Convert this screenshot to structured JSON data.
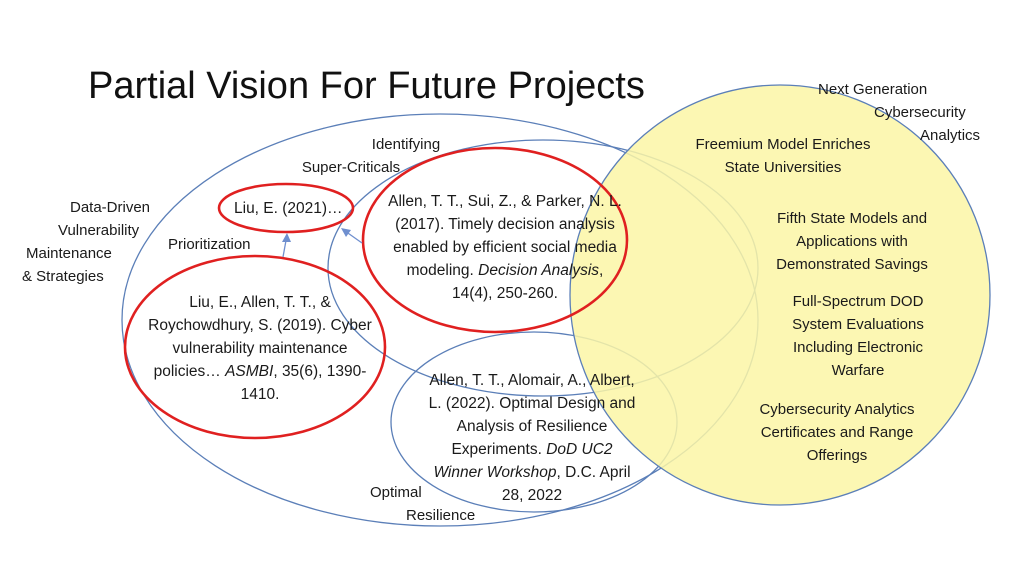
{
  "title": "Partial Vision For Future Projects",
  "colors": {
    "outline_blue": "#5b7fb8",
    "highlight_red": "#e02020",
    "future_yellow": "#fbf6a6",
    "arrow_blue": "#6f8fcf",
    "text": "#1a1a1a"
  },
  "labels": {
    "data_driven": [
      "Data-Driven",
      "Vulnerability",
      "Maintenance",
      "& Strategies"
    ],
    "identifying": [
      "Identifying",
      "Super-Criticals"
    ],
    "prioritization": "Prioritization",
    "optimal_resilience": [
      "Optimal",
      "Resilience"
    ],
    "next_generation": [
      "Next Generation",
      "Cybersecurity",
      "Analytics"
    ]
  },
  "citations": {
    "liu_2021": "Liu, E. (2021)…",
    "allen_2017": {
      "line1": "Allen, T. T., Sui, Z., & Parker, N. L.",
      "line2": "(2017).  Timely decision analysis",
      "line3": "enabled by efficient social media",
      "line4_pre": "modeling. ",
      "journal": "Decision Analysis",
      "line4_post": ",",
      "line5": "14(4), 250-260."
    },
    "liu_2019": {
      "line1": "Liu, E., Allen, T. T., &",
      "line2": "Roychowdhury, S. (2019). Cyber",
      "line3": "vulnerability maintenance",
      "line4_pre": "policies… ",
      "journal": "ASMBI",
      "line4_post": ", 35(6), 1390-",
      "line5": "1410."
    },
    "allen_2022": {
      "line1": "Allen, T. T., Alomair, A., Albert,",
      "line2": "L. (2022). Optimal Design and",
      "line3": "Analysis of Resilience",
      "line4_pre": "Experiments. ",
      "journal1": "DoD UC2",
      "journal2": "Winner Workshop",
      "line5_post": ", D.C. April",
      "line6": "28, 2022"
    }
  },
  "future_items": [
    [
      "Freemium Model Enriches",
      "State Universities"
    ],
    [
      "Fifth State Models and",
      "Applications with",
      "Demonstrated Savings"
    ],
    [
      "Full-Spectrum DOD",
      "System Evaluations",
      "Including Electronic",
      "Warfare"
    ],
    [
      "Cybersecurity Analytics",
      "Certificates and Range",
      "Offerings"
    ]
  ]
}
